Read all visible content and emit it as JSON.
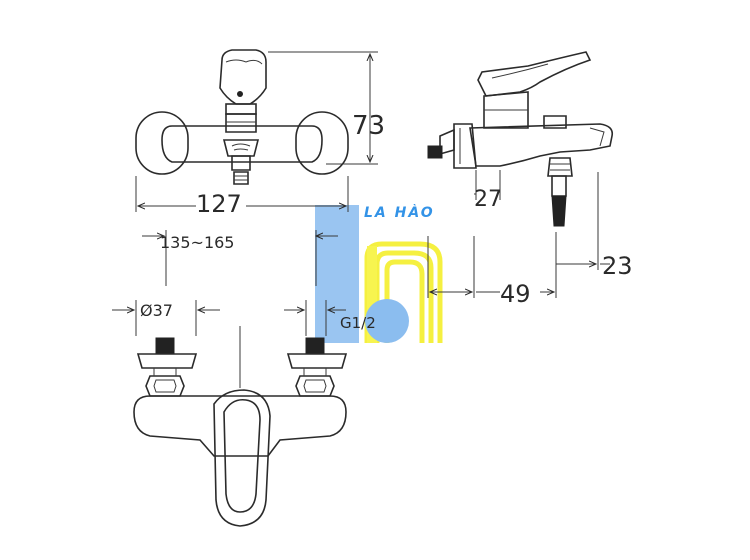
{
  "dimensions": {
    "height": "73",
    "width": "127",
    "center_range": "135~165",
    "nut_diameter": "Ø37",
    "thread": "G1/2",
    "depth": "27",
    "spout": "49",
    "outlet": "23"
  },
  "watermark": {
    "brand_text": "LA HÀO",
    "colors": {
      "blue": "#90bff0",
      "yellow": "#f7f33c",
      "circle": "#7fb6ee",
      "text": "#1e88e5"
    }
  },
  "colors": {
    "line": "#2b2b2b",
    "background": "#ffffff"
  }
}
